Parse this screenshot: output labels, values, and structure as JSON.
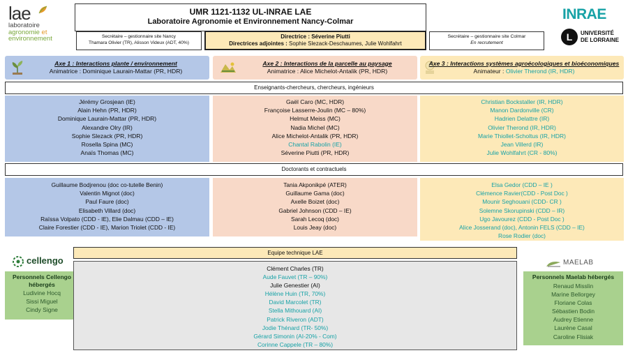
{
  "header": {
    "title": "UMR 1121-1132 UL-INRAE LAE",
    "subtitle": "Laboratoire Agronomie et Environnement Nancy-Colmar"
  },
  "logos": {
    "lae": {
      "letters": "lae",
      "line1": "laboratoire",
      "line2": "agronomie",
      "line2b": "et",
      "line3": "environnement"
    },
    "inrae": "INRAE",
    "ul_mark": "L",
    "ul_line1": "UNIVERSITÉ",
    "ul_line2": "DE LORRAINE",
    "cellengo": "cellengo",
    "maelab": "MAELAB"
  },
  "secretariat_nancy": {
    "title": "Secrétaire – gestionnaire site Nancy",
    "names": "Thamara Olivier (TR), Alisson Videux (ADT, 40%)"
  },
  "direction": {
    "director": "Directrice : Séverine Piutti",
    "deputies_label": "Directrices adjointes :",
    "deputies": "Sophie Slezack-Deschaumes, Julie Wohlfahrt"
  },
  "secretariat_colmar": {
    "title": "Secrétaire – gestionnaire site Colmar",
    "status": "En recrutement"
  },
  "axes": [
    {
      "title": "Axe 1 : Interactions plante / environnement",
      "animator": "Animatrice : Dominique Laurain-Mattar (PR, HDR)"
    },
    {
      "title": "Axe 2 : Interactions de la parcelle au paysage",
      "animator": "Animatrice : Alice Michelot-Antalik (PR, HDR)"
    },
    {
      "title": "Axe 3 : Interactions systèmes agroécologiques et bioéconomiques",
      "animator_label": "Animateur :",
      "animator": "Olivier Therond (IR, HDR)"
    }
  ],
  "section_researchers": "Enseignants-chercheurs,  chercheurs, ingénieurs",
  "researchers": [
    [
      "Jérémy Grosjean (IE)",
      "Alain Hehn (PR, HDR)",
      "Dominique Laurain-Mattar (PR, HDR)",
      "Alexandre Olry (IR)",
      "Sophie Slezack (PR, HDR)",
      "Rosella Spina (MC)",
      "Anaïs Thomas (MC)"
    ],
    [
      "Gaël Caro (MC, HDR)",
      "Françoise Lasserre-Joulin (MC – 80%)",
      "Helmut Meiss (MC)",
      "Nadia Michel (MC)",
      "Alice Michelot-Antalik (PR, HDR)",
      "Chantal Rabolin (IE)",
      "Séverine Piutti (PR, HDR)"
    ],
    [
      "Christian Bockstaller (IR, HDR)",
      "Manon Dardonville (CR)",
      "Hadrien Delattre (IR)",
      "Olivier Therond (IR, HDR)",
      "Marie Thiollet-Scholtus (IR, HDR)",
      "Jean Villerd (IR)",
      "Julie Wohlfahrt (CR - 80%)"
    ]
  ],
  "section_doctoral": "Doctorants et contractuels",
  "doctoral": [
    [
      "Guillaume Bodjrenou (doc co-tutelle Benin)",
      "Valentin Mignot (doc)",
      "Paul Faure (doc)",
      "Elisabeth Villard (doc)",
      "Raïssa Volpato (CDD - IE), Elie Dalmau (CDD – IE)",
      "Claire Forestier (CDD - IE), Marion Triolet (CDD - IE)"
    ],
    [
      "Tania Akponikpé (ATER)",
      "Guillaume Gama (doc)",
      "Axelle Boizet (doc)",
      "Gabriel Johnson (CDD – IE)",
      "Sarah Lecoq (doc)",
      "Louis Jeay (doc)"
    ],
    [
      "Elsa Gedor (CDD – IE )",
      "Clémence Ravier(CDD - Post Doc )",
      "Mounir Seghouani (CDD- CR )",
      "Solemne Skorupinski (CDD – IR)",
      "Ugo Javourez (CDD - Post Doc )",
      "Alice Josserand (doc), Antonin FELS (CDD – IE)",
      "Rose Rodier (doc)"
    ]
  ],
  "technical": {
    "title": "Equipe technique LAE",
    "members": [
      "Clément Charles (TR)",
      "Aude Fauvet (TR – 90%)",
      "Julie Genestier (AI)",
      "Hélène Huin (TR, 70%)",
      "David Marcolet (TR)",
      "Stella Mithouard (AI)",
      "Patrick Riveron (ADT)",
      "Jodie Thénard (TR- 50%)",
      "Gérard Simonin (AI-20% - Com)",
      "Corinne Cappele (TR – 80%)"
    ]
  },
  "cellengo": {
    "title": "Personnels Cellengo hébergés",
    "members": [
      "Ludivine Hocq",
      "Sissi Miguel",
      "Cindy Signe"
    ]
  },
  "maelab": {
    "title": "Personnels Maelab hébergés",
    "members": [
      "Renaud Misslin",
      "Marine Bellorgey",
      "Floriane Colas",
      "Sébastien Bodin",
      "Audrey Etienne",
      "Laurène Casal",
      "Caroline Flisiak"
    ]
  },
  "colors": {
    "blue": "#b4c7e7",
    "pink": "#f8d9c8",
    "yellow": "#fde9b8",
    "green": "#a9d18e",
    "teal": "#17a2a6",
    "inrae": "#17a2a6"
  }
}
